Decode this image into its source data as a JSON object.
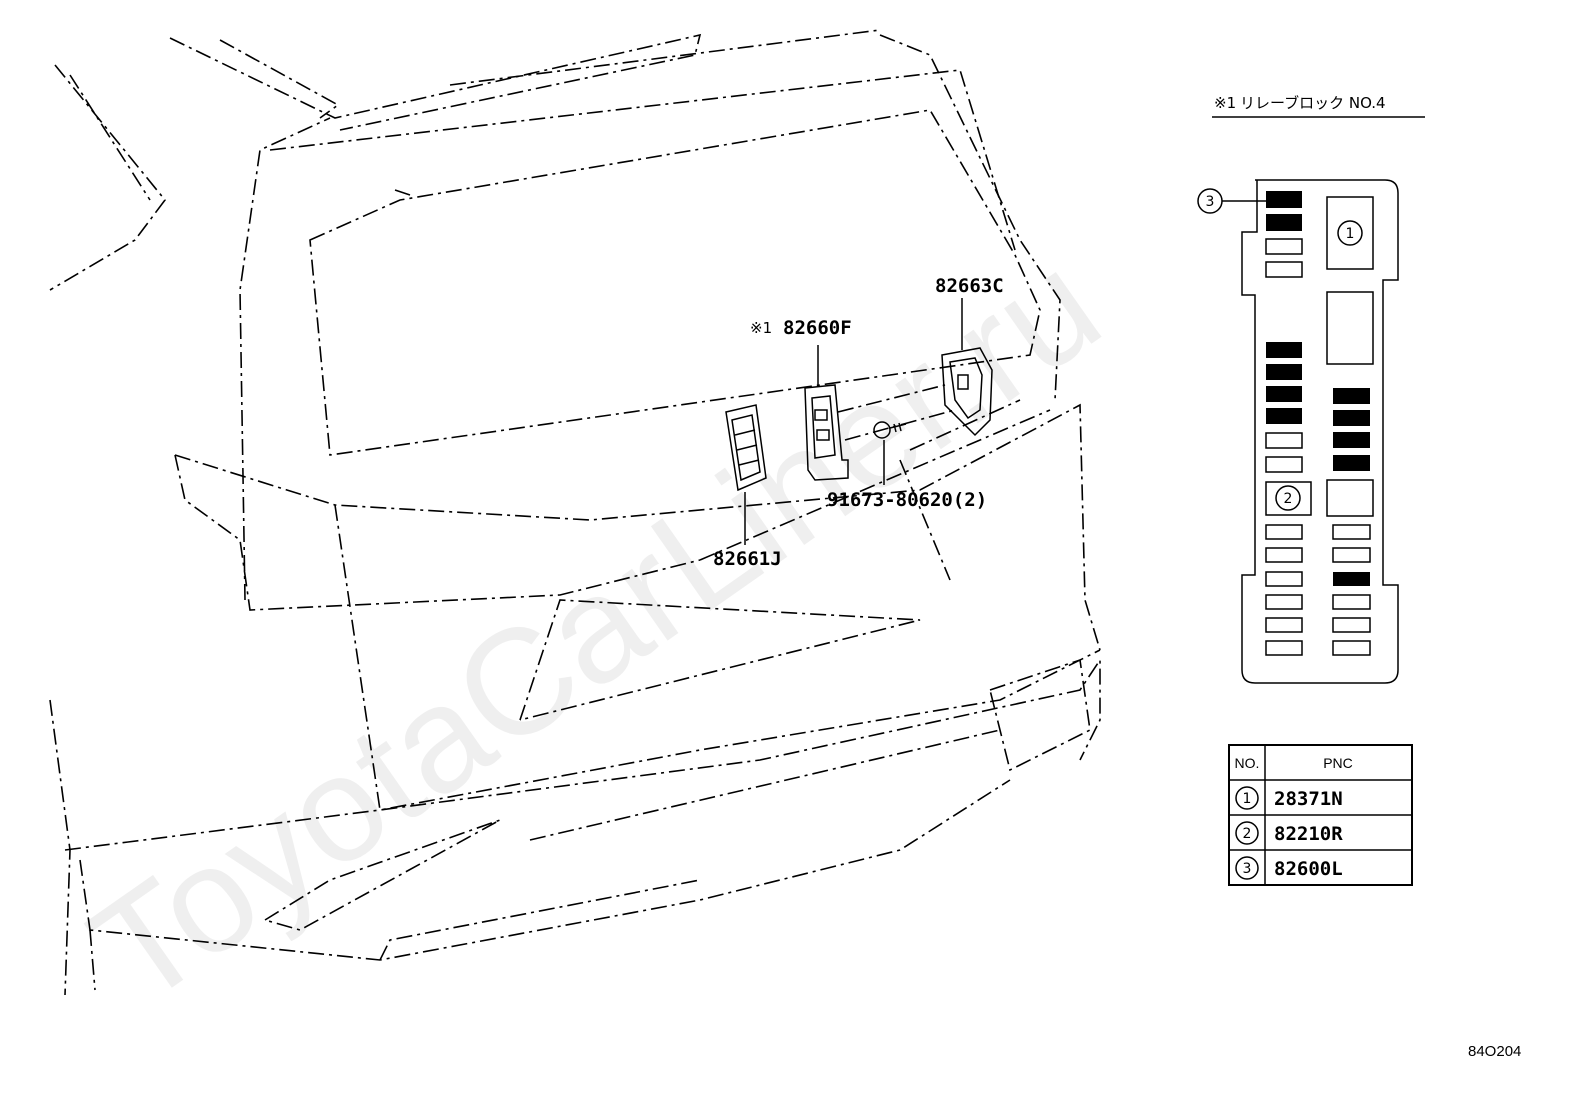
{
  "watermark": "ToyotaCarLiner.ru",
  "callouts": {
    "relay_note_prefix": "※1",
    "relay_note_text": "リレーブロック NO.4",
    "part_82660F_prefix": "※1",
    "part_82660F": "82660F",
    "part_82663C": "82663C",
    "part_91673": "91673-80620(2)",
    "part_82661J": "82661J"
  },
  "relay_block": {
    "marker_1": "1",
    "marker_2": "2",
    "marker_3": "3"
  },
  "pnc_table": {
    "header_no": "NO.",
    "header_pnc": "PNC",
    "rows": [
      {
        "no": "1",
        "pnc": "28371N"
      },
      {
        "no": "2",
        "pnc": "82210R"
      },
      {
        "no": "3",
        "pnc": "82600L"
      }
    ]
  },
  "drawing_code": "84O204"
}
